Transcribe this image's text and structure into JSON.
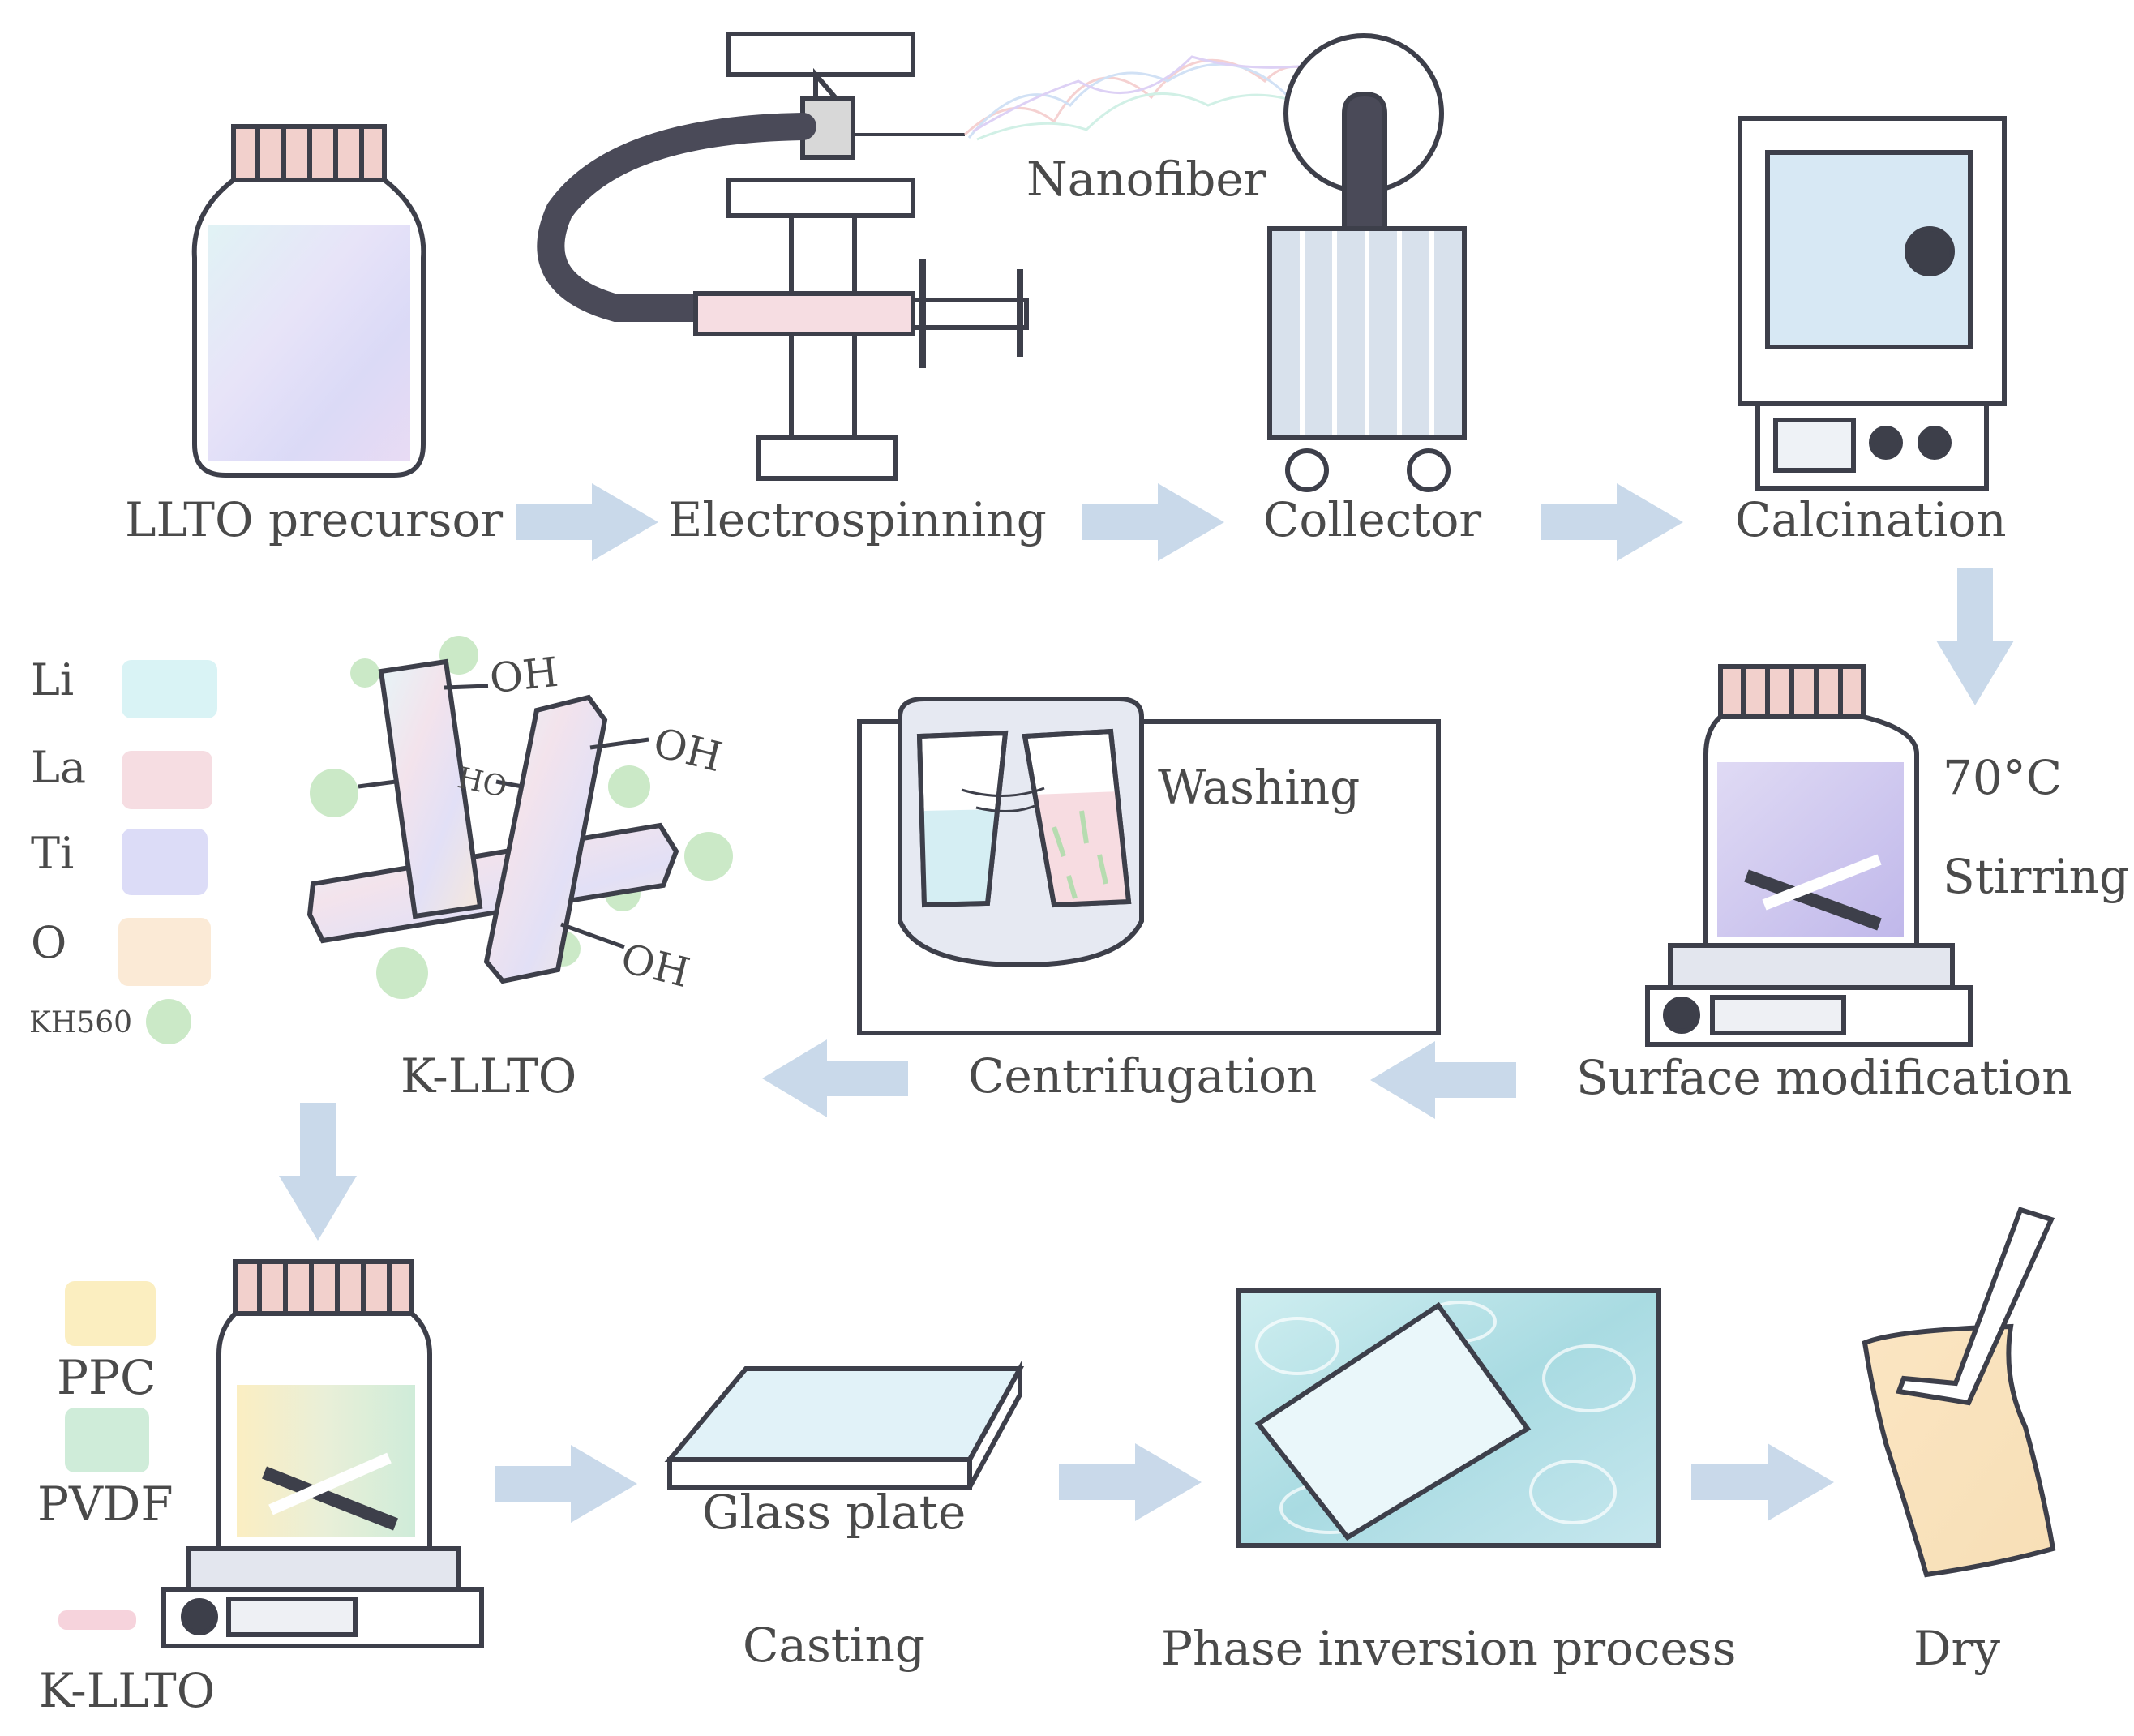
{
  "row1": {
    "precursor": "LLTO precursor",
    "electrospinning": "Electrospinning",
    "nanofiber": "Nanofiber",
    "collector": "Collector",
    "calcination": "Calcination"
  },
  "row2": {
    "legend": [
      {
        "label": "Li",
        "color": "#d9f3f5"
      },
      {
        "label": "La",
        "color": "#f6dde2"
      },
      {
        "label": "Ti",
        "color": "#dcdcf7"
      },
      {
        "label": "O",
        "color": "#fbead6"
      },
      {
        "label": "KH560",
        "color": "#cbe9c7"
      }
    ],
    "oh_labels": [
      "OH",
      "OH",
      "OH",
      "HO"
    ],
    "k_llto": "K-LLTO",
    "washing": "Washing",
    "centrifugation": "Centrifugation",
    "temperature": "70°C",
    "stirring": "Stirring",
    "surface_modification": "Surface modification"
  },
  "row3": {
    "legend": [
      {
        "label": "PPC",
        "color": "#fbeec0"
      },
      {
        "label": "PVDF",
        "color": "#cfecd9"
      },
      {
        "label": "K-LLTO",
        "color": "#f6d3dc"
      }
    ],
    "glass_plate": "Glass plate",
    "casting": "Casting",
    "phase_inversion": "Phase inversion process",
    "dry": "Dry"
  },
  "colors": {
    "outline": "#3d3f4a",
    "arrow": "#c9d9ea",
    "cap": "#f2d0cc",
    "oven_window": "#d7e8f4",
    "dark_tube": "#4a4a58"
  }
}
